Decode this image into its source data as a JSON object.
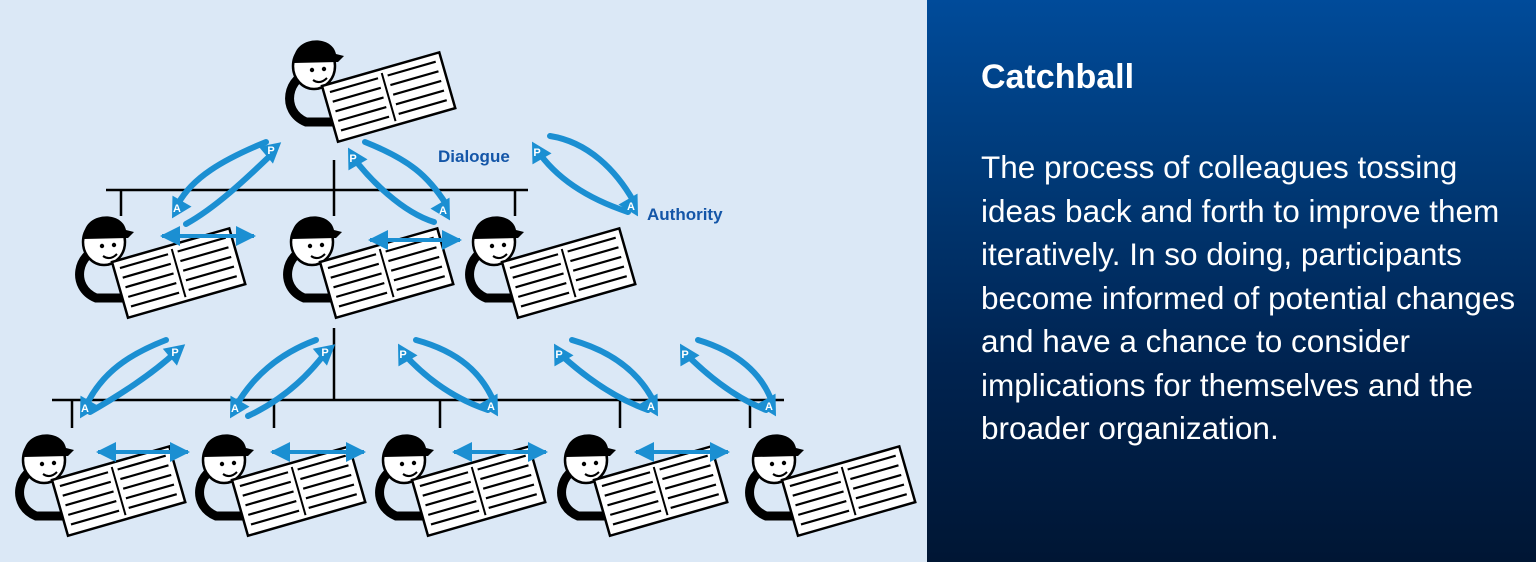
{
  "sidebar": {
    "title": "Catchball",
    "body": "The process of colleagues tossing ideas back and forth to improve them iteratively. In so doing, participants become informed of potential changes and have a chance to consider implications for themselves and the broader organization."
  },
  "diagram": {
    "labels": {
      "dialogue": "Dialogue",
      "authority": "Authority"
    },
    "marker_p": "P",
    "marker_a": "A",
    "colors": {
      "arrow": "#1b8fd2",
      "label": "#1456a8",
      "background": "#dbe8f6"
    }
  }
}
